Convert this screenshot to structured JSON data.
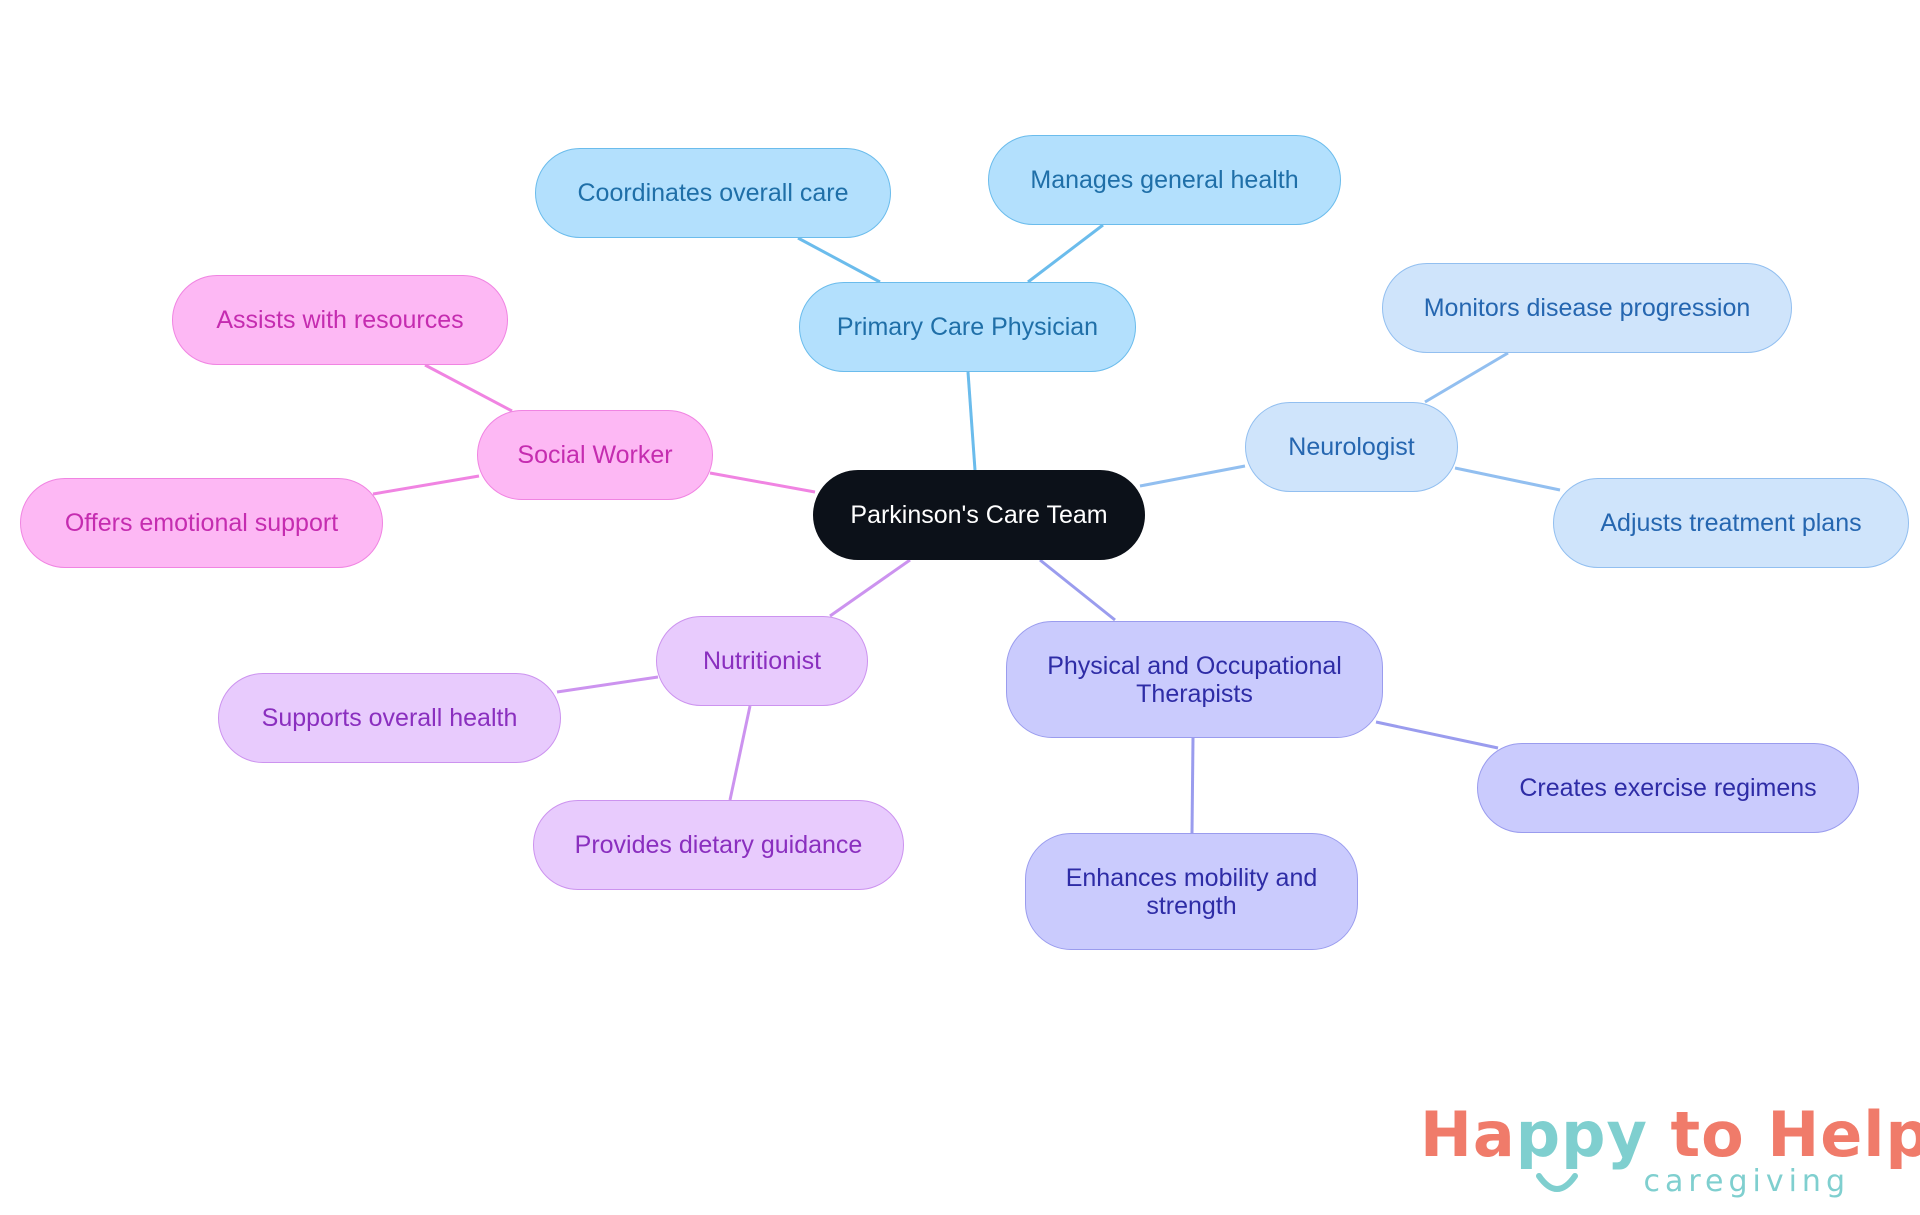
{
  "mindmap": {
    "root": "Parkinson's Care Team",
    "branches": [
      {
        "label": "Primary Care Physician",
        "color": "#b3e0fd",
        "children": [
          "Coordinates overall care",
          "Manages general health"
        ]
      },
      {
        "label": "Neurologist",
        "color": "#cfe4fb",
        "children": [
          "Monitors disease progression",
          "Adjusts treatment plans"
        ]
      },
      {
        "label": "Physical and Occupational Therapists",
        "color": "#cacbfd",
        "children": [
          "Creates exercise regimens",
          "Enhances mobility and strength"
        ]
      },
      {
        "label": "Nutritionist",
        "color": "#e8cbfd",
        "children": [
          "Supports overall health",
          "Provides dietary guidance"
        ]
      },
      {
        "label": "Social Worker",
        "color": "#fdb8f4",
        "children": [
          "Assists with resources",
          "Offers emotional support"
        ]
      }
    ]
  },
  "logo": {
    "main_part1": "Ha",
    "main_part2": "ppy",
    "main_part3": " to Help",
    "sub": "caregiving",
    "coral": "#f07b6a",
    "teal": "#7fcfcf"
  }
}
